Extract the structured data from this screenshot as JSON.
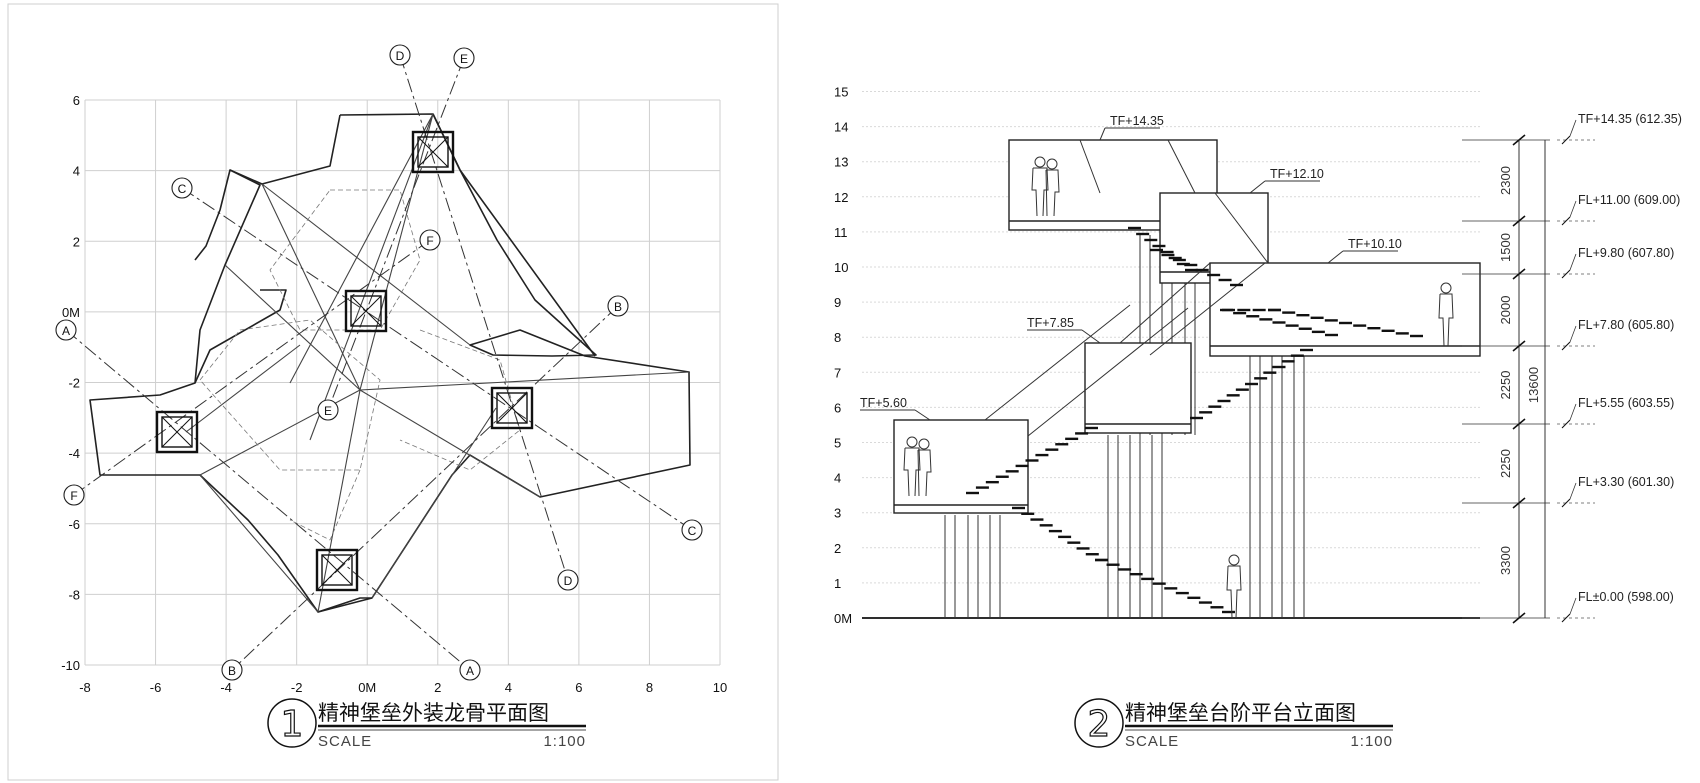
{
  "plan": {
    "title": "精神堡垒外装龙骨平面图",
    "number": "1",
    "scale_label": "SCALE",
    "scale_value": "1:100",
    "y_ticks": [
      "6",
      "4",
      "2",
      "0M",
      "-2",
      "-4",
      "-6",
      "-8",
      "-10"
    ],
    "x_ticks": [
      "-8",
      "-6",
      "-4",
      "-2",
      "0M",
      "2",
      "4",
      "6",
      "8",
      "10"
    ],
    "axis_markers": [
      {
        "id": "A",
        "ends": [
          "A",
          "A"
        ]
      },
      {
        "id": "B",
        "ends": [
          "B",
          "B"
        ]
      },
      {
        "id": "C",
        "ends": [
          "C",
          "C"
        ]
      },
      {
        "id": "D",
        "ends": [
          "D",
          "D"
        ]
      },
      {
        "id": "E",
        "ends": [
          "E",
          "E"
        ]
      },
      {
        "id": "F",
        "ends": [
          "F",
          "F"
        ]
      }
    ]
  },
  "elevation": {
    "title": "精神堡垒台阶平台立面图",
    "number": "2",
    "scale_label": "SCALE",
    "scale_value": "1:100",
    "y_ticks": [
      "15",
      "14",
      "13",
      "12",
      "11",
      "10",
      "9",
      "8",
      "7",
      "6",
      "5",
      "4",
      "3",
      "2",
      "1",
      "0M"
    ],
    "platform_labels": [
      "TF+14.35",
      "TF+12.10",
      "TF+10.10",
      "TF+7.85",
      "TF+5.60"
    ],
    "level_labels": [
      "TF+14.35 (612.35)",
      "FL+11.00 (609.00)",
      "FL+9.80 (607.80)",
      "FL+7.80 (605.80)",
      "FL+5.55 (603.55)",
      "FL+3.30 (601.30)",
      "FL±0.00 (598.00)"
    ],
    "dimensions": [
      "2300",
      "1500",
      "2000",
      "2250",
      "2250",
      "3300"
    ],
    "total_dimension": "13600"
  }
}
